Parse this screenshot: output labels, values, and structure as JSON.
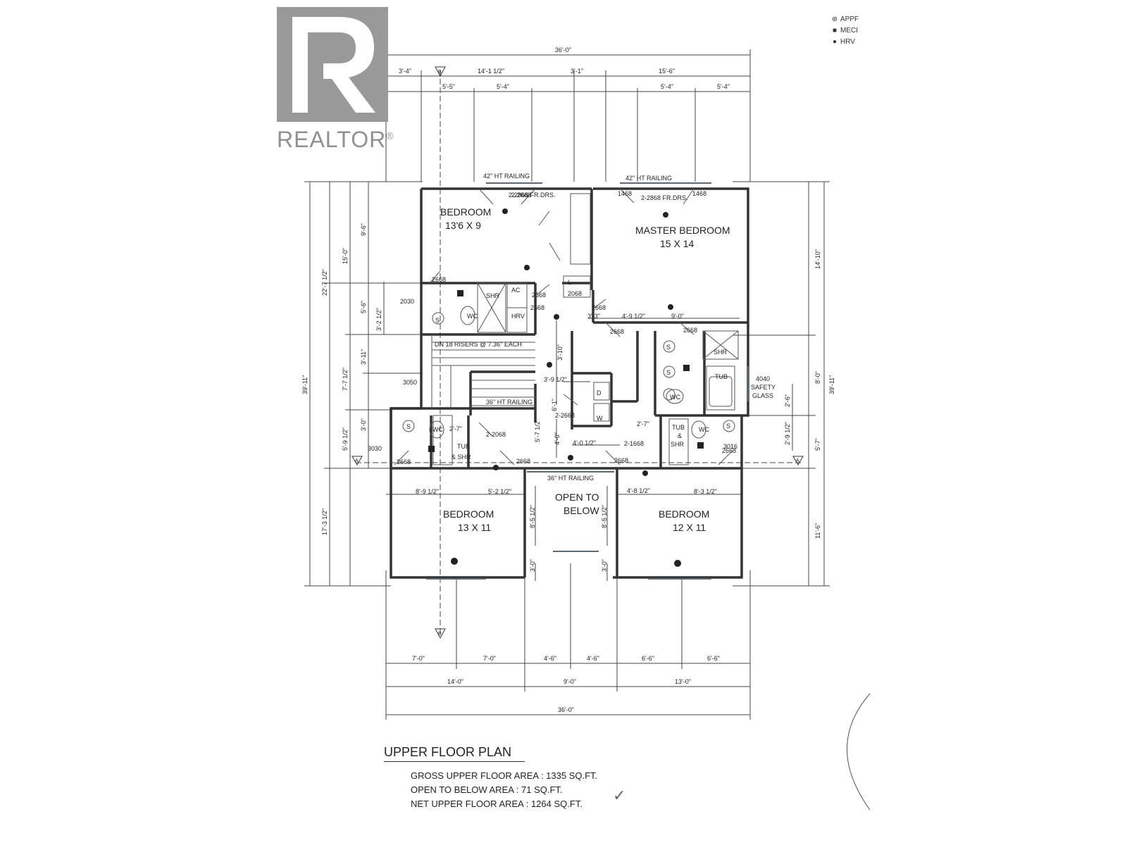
{
  "watermark": {
    "logo_text": "REALTOR",
    "registered_mark": "®"
  },
  "legend": [
    {
      "symbol": "⊛",
      "label": "APPF"
    },
    {
      "symbol": "■",
      "label": "MECI"
    },
    {
      "symbol": "●",
      "label": "HRV"
    }
  ],
  "plan": {
    "title": "UPPER FLOOR PLAN",
    "areas": [
      "GROSS UPPER FLOOR AREA : 1335 SQ.FT.",
      "OPEN TO BELOW AREA : 71 SQ.FT.",
      "NET UPPER FLOOR AREA : 1264 SQ.FT."
    ],
    "check_mark": "✓"
  },
  "dimensions": {
    "top_overall": "36'-0\"",
    "top_row1": [
      "3'-4\"",
      "14'-1 1/2\"",
      "3'-1\"",
      "15'-6\""
    ],
    "top_row2": [
      "5'-5\"",
      "5'-4\"",
      "5'-4\"",
      "5'-4\""
    ],
    "bottom_row1": [
      "7'-0\"",
      "7'-0\"",
      "4'-6\"",
      "4'-6\"",
      "6'-6\"",
      "6'-6\""
    ],
    "bottom_row2": [
      "14'-0\"",
      "9'-0\"",
      "13'-0\""
    ],
    "bottom_overall": "36'-0\"",
    "left_overall": "39'-11\"",
    "left_col1": [
      "22'-7 1/2\"",
      "17'-3 1/2\""
    ],
    "left_col2": [
      "15'-0\"",
      "7'-7 1/2\"",
      "5'-9 1/2\""
    ],
    "left_col3": [
      "9'-6\"",
      "5'-6\"",
      "3'-11\"",
      "3'-0\""
    ],
    "left_col4": [
      "3'-2 1/2\""
    ],
    "right_overall": "39'-11\"",
    "right_col1": [
      "14'-10\"",
      "8'-0\"",
      "5'-7\"",
      "11'-6\""
    ],
    "right_col2": [
      "2'-6\"",
      "2'-9 1/2\""
    ]
  },
  "rooms": {
    "bedroom_nw": {
      "name": "BEDROOM",
      "size": "13'6 X 9"
    },
    "master": {
      "name": "MASTER BEDROOM",
      "size": "15 X 14"
    },
    "bedroom_sw": {
      "name": "BEDROOM",
      "size": "13 X 11"
    },
    "bedroom_se": {
      "name": "BEDROOM",
      "size": "12 X 11"
    },
    "open_below": {
      "line1": "OPEN TO",
      "line2": "BELOW"
    }
  },
  "notes": {
    "railing1": "42\" HT RAILING",
    "railing2": "42\" HT RAILING",
    "railing3": "36\" HT RAILING",
    "railing4": "36\" HT RAILING",
    "fr_drs1": "2-2868 FR.DRS.",
    "fr_drs2": "2-2868 FR.DRS.",
    "stairs": "DN 18 RISERS @ 7.36\" EACH",
    "safety": [
      "4040",
      "SAFETY",
      "GLASS"
    ],
    "section_a": "A",
    "section_b": "B"
  },
  "labels": [
    {
      "t": "2-2668"
    },
    {
      "t": "1468"
    },
    {
      "t": "1468"
    },
    {
      "t": "2668"
    },
    {
      "t": "2030"
    },
    {
      "t": "SHR"
    },
    {
      "t": "AC"
    },
    {
      "t": "HRV"
    },
    {
      "t": "L"
    },
    {
      "t": "2668"
    },
    {
      "t": "2068"
    },
    {
      "t": "2668"
    },
    {
      "t": "2668"
    },
    {
      "t": "WC"
    },
    {
      "t": "S"
    },
    {
      "t": "3'-3\""
    },
    {
      "t": "4'-9 1/2\""
    },
    {
      "t": "9'-0\""
    },
    {
      "t": "2668"
    },
    {
      "t": "2668"
    },
    {
      "t": "SHR"
    },
    {
      "t": "3'-10\""
    },
    {
      "t": "S"
    },
    {
      "t": "S"
    },
    {
      "t": "TUB"
    },
    {
      "t": "3050"
    },
    {
      "t": "3'-9 1/2\""
    },
    {
      "t": "D"
    },
    {
      "t": "6'-1\""
    },
    {
      "t": "W"
    },
    {
      "t": "WC"
    },
    {
      "t": "2-2668"
    },
    {
      "t": "S"
    },
    {
      "t": "WC"
    },
    {
      "t": "2'-7\""
    },
    {
      "t": "TUB"
    },
    {
      "t": "& SHR"
    },
    {
      "t": "2-2068"
    },
    {
      "t": "5'-7 1/2\""
    },
    {
      "t": "4'-0\""
    },
    {
      "t": "4'-0 1/2\""
    },
    {
      "t": "2-1668"
    },
    {
      "t": "2'-7\""
    },
    {
      "t": "TUB"
    },
    {
      "t": "&"
    },
    {
      "t": "SHR"
    },
    {
      "t": "WC"
    },
    {
      "t": "S"
    },
    {
      "t": "3016"
    },
    {
      "t": "2668"
    },
    {
      "t": "3030"
    },
    {
      "t": "2668"
    },
    {
      "t": "2668"
    },
    {
      "t": "2668"
    },
    {
      "t": "8'-9 1/2\""
    },
    {
      "t": "5'-2 1/2\""
    },
    {
      "t": "8'-5 1/2\""
    },
    {
      "t": "8'-5 1/2\""
    },
    {
      "t": "4'-8 1/2\""
    },
    {
      "t": "8'-3 1/2\""
    },
    {
      "t": "3'-0\""
    },
    {
      "t": "3'-0\""
    }
  ]
}
